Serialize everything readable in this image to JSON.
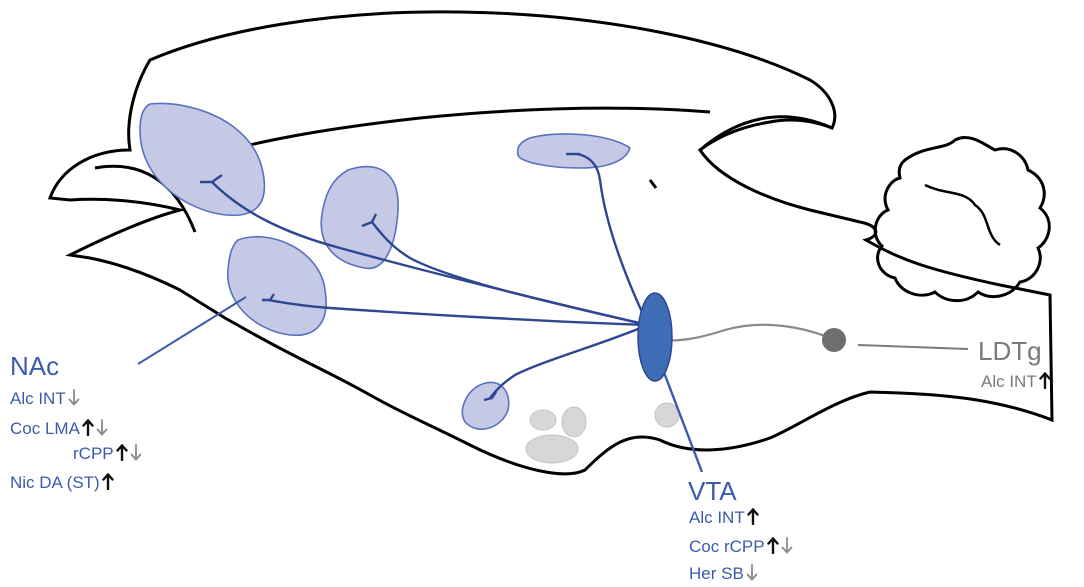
{
  "colors": {
    "outline": "#000000",
    "region_fill": "#c5c9e6",
    "region_stroke": "#5872bf",
    "projection": "#2f4690",
    "vta_fill": "#3e6cb5",
    "ldtg_fill": "#6f6f6f",
    "ldtg_path": "#8a8a8a",
    "label_blue": "#3b5bab",
    "label_grey": "#7a7a7a",
    "blob_grey": "#d7d7d7",
    "arrow_up": "#111111",
    "arrow_down": "#8a8a8a"
  },
  "nac": {
    "title": "NAc",
    "rows": [
      {
        "text": "Alc INT",
        "arrows": [
          "down"
        ]
      },
      {
        "text": "Coc LMA",
        "arrows": [
          "up",
          "down"
        ]
      },
      {
        "text": "rCPP",
        "arrows": [
          "up",
          "down"
        ]
      },
      {
        "text": "Nic DA (ST)",
        "arrows": [
          "up"
        ]
      }
    ]
  },
  "vta": {
    "title": "VTA",
    "rows": [
      {
        "text": "Alc INT",
        "arrows": [
          "up"
        ]
      },
      {
        "text": "Coc rCPP",
        "arrows": [
          "up",
          "down"
        ]
      },
      {
        "text": "Her SB",
        "arrows": [
          "down"
        ]
      }
    ]
  },
  "ldtg": {
    "title": "LDTg",
    "rows": [
      {
        "text": "Alc INT",
        "arrows": [
          "up"
        ]
      }
    ]
  }
}
